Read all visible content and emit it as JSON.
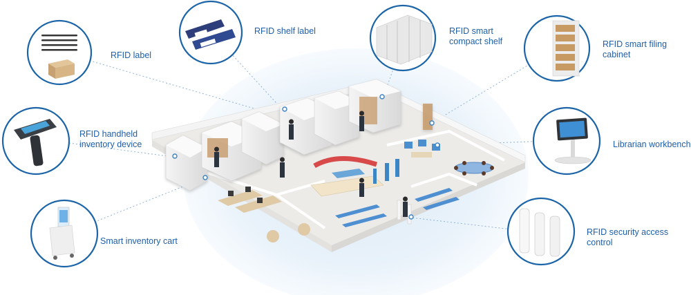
{
  "labels": {
    "rfid_label": "RFID label",
    "shelf_label": "RFID shelf label",
    "compact_shelf": [
      "RFID smart",
      "compact shelf"
    ],
    "filing_cabinet": [
      "RFID smart filing",
      "cabinet"
    ],
    "handheld": [
      "RFID handheld",
      "inventory device"
    ],
    "workbench": "Librarian workbench",
    "cart": "Smart inventory cart",
    "security": [
      "RFID security access",
      "control"
    ]
  },
  "colors": {
    "accent": "#1f5fa8",
    "circle_border": "#1b64a8",
    "halo": "#e7f1fa",
    "floor": "#ece9e4",
    "wall": "#f6f6f6",
    "connector": "#8fb3d6"
  },
  "icons": [
    "tag-strip-icon",
    "box-icon",
    "shelf-tag-icon",
    "compact-shelf-icon",
    "filing-cabinet-icon",
    "handheld-scanner-icon",
    "touchscreen-kiosk-icon",
    "inventory-cart-icon",
    "security-gate-icon"
  ]
}
